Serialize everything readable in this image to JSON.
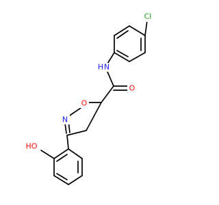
{
  "molecule": {
    "atoms": {
      "cl": "Cl",
      "nh": "N",
      "h_on_n": "H",
      "o_carbonyl": "O",
      "o_ring": "O",
      "n_ring": "N",
      "oh": "HO"
    }
  },
  "colors": {
    "bond": "#000000",
    "chlorine": "#1fa01f",
    "nitrogen": "#1a1aff",
    "oxygen": "#ff0d0d"
  }
}
